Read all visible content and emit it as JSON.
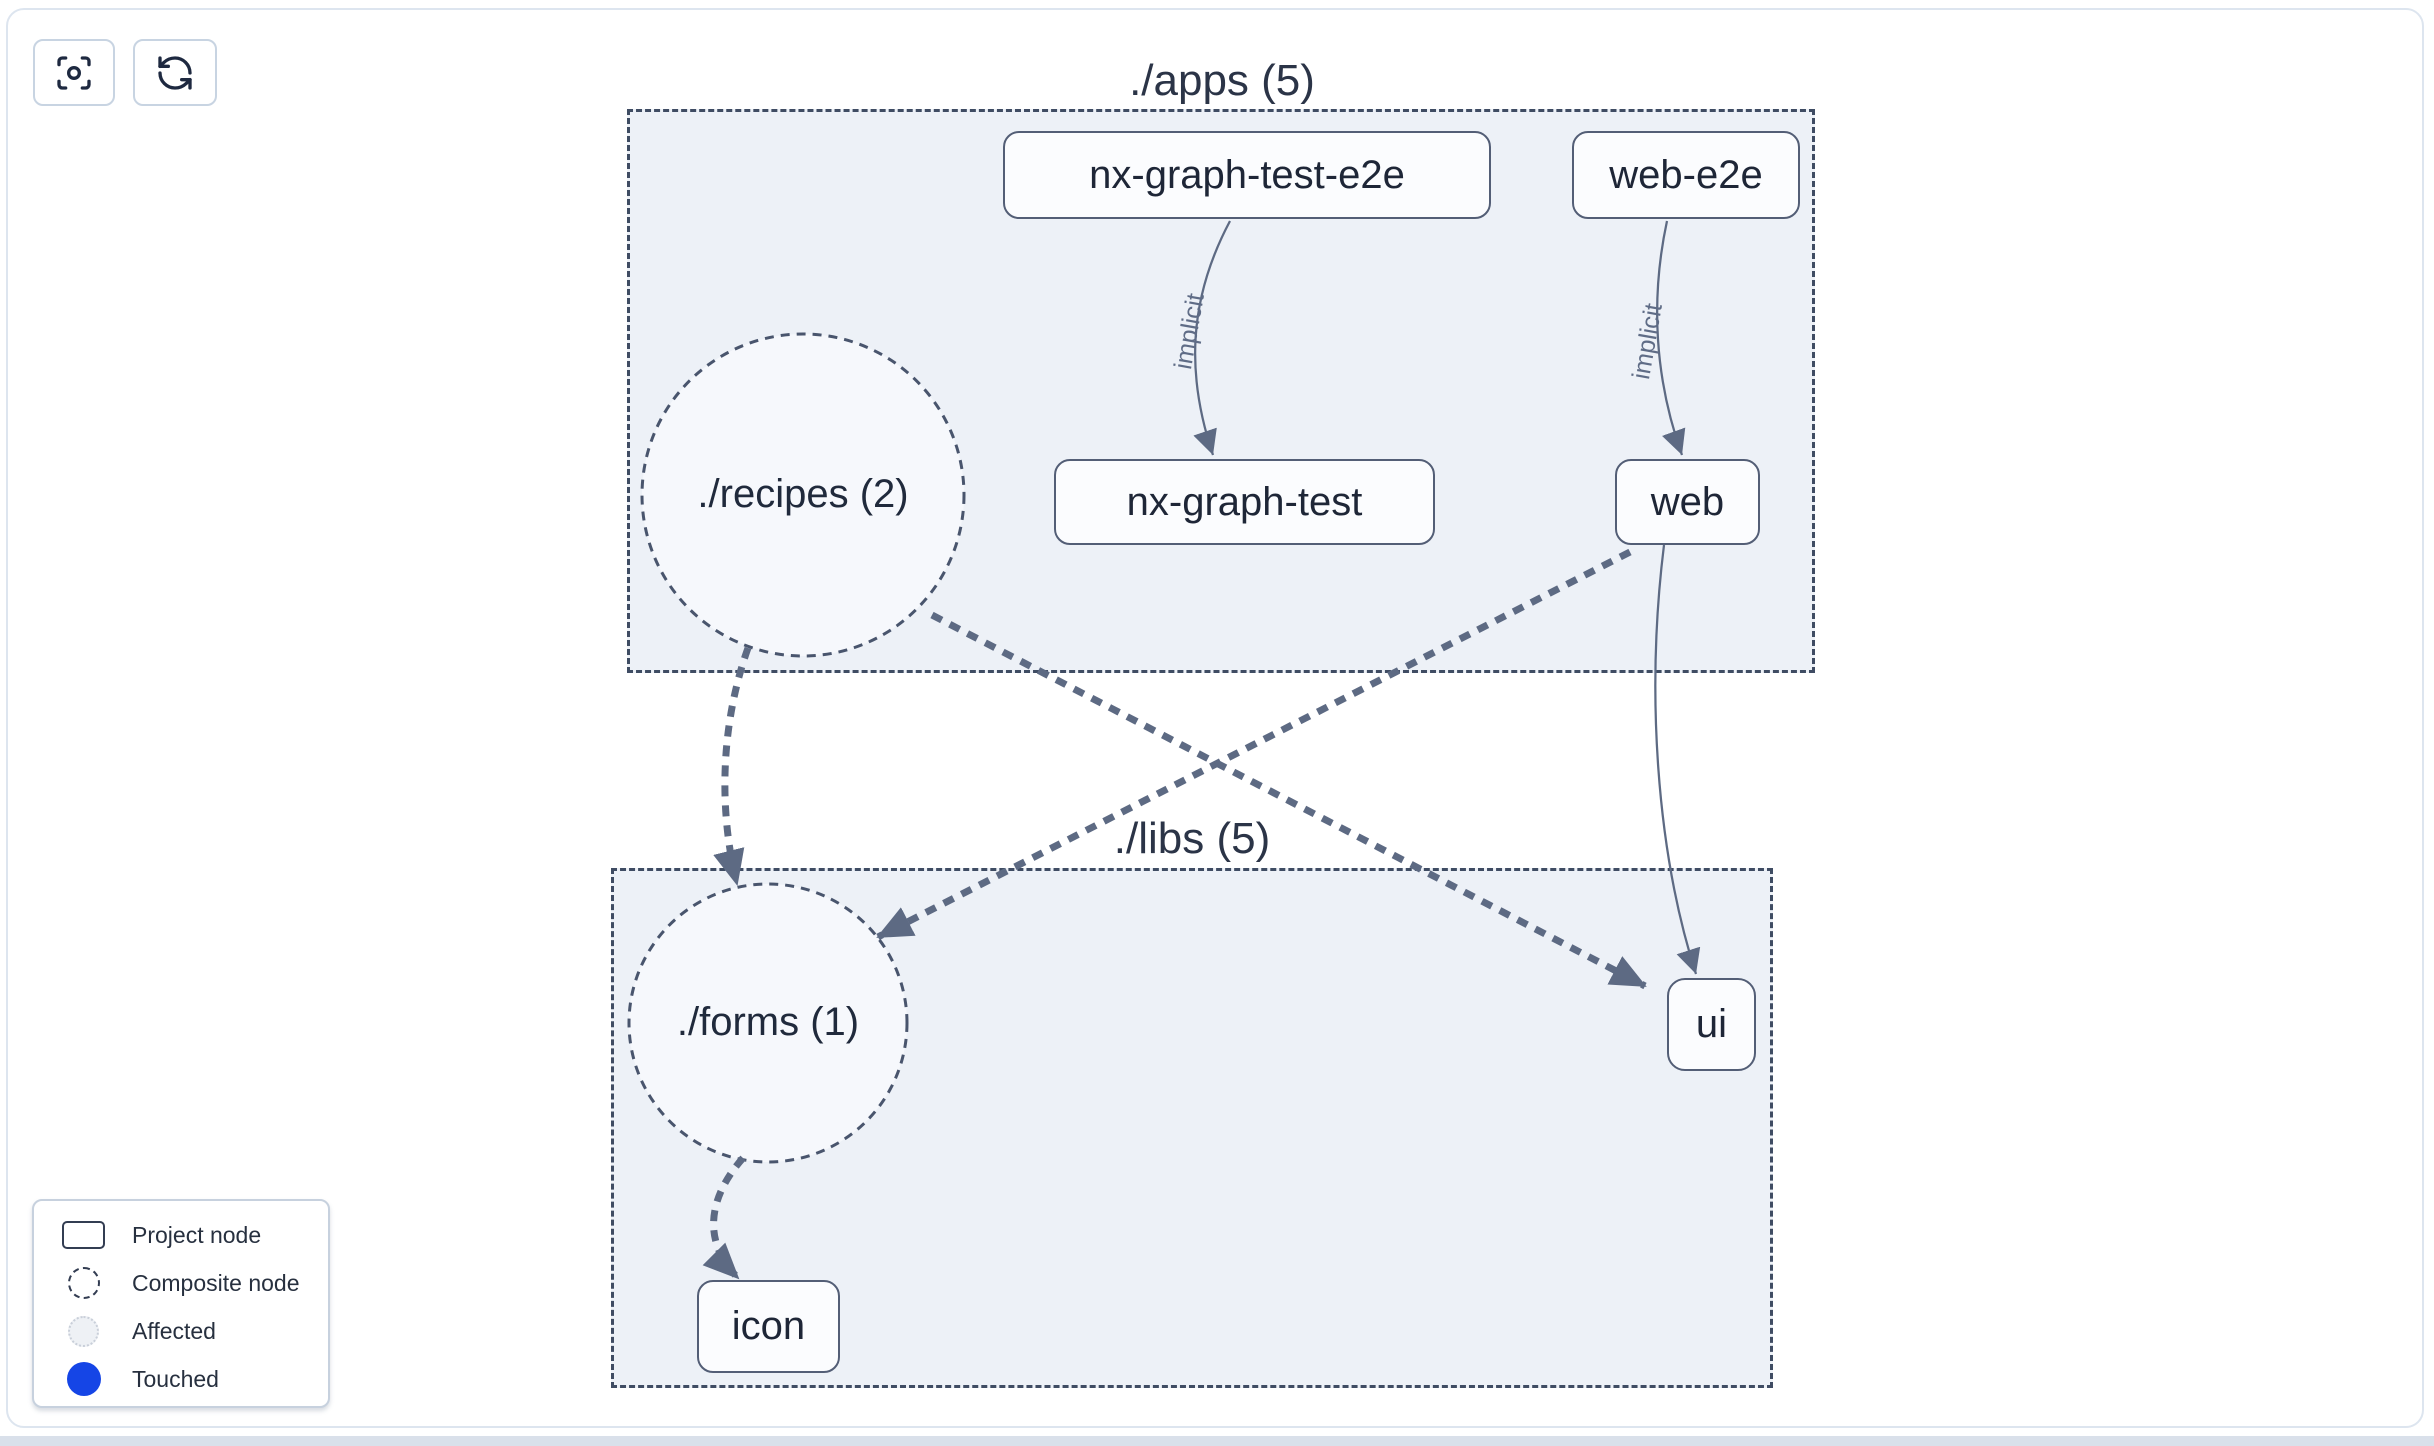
{
  "toolbar": {
    "buttons": [
      {
        "name": "center-graph",
        "icon": "focus-icon"
      },
      {
        "name": "refresh-graph",
        "icon": "refresh-icon"
      }
    ]
  },
  "graph": {
    "groups": [
      {
        "id": "apps",
        "label": "./apps (5)"
      },
      {
        "id": "libs",
        "label": "./libs (5)"
      }
    ],
    "composite_nodes": [
      {
        "id": "recipes",
        "label": "./recipes (2)",
        "group": "apps"
      },
      {
        "id": "forms",
        "label": "./forms (1)",
        "group": "libs"
      }
    ],
    "project_nodes": [
      {
        "id": "nx-graph-test-e2e",
        "label": "nx-graph-test-e2e",
        "group": "apps"
      },
      {
        "id": "web-e2e",
        "label": "web-e2e",
        "group": "apps"
      },
      {
        "id": "nx-graph-test",
        "label": "nx-graph-test",
        "group": "apps"
      },
      {
        "id": "web",
        "label": "web",
        "group": "apps"
      },
      {
        "id": "ui",
        "label": "ui",
        "group": "libs"
      },
      {
        "id": "icon",
        "label": "icon",
        "group": "libs"
      }
    ],
    "edges": [
      {
        "from": "nx-graph-test-e2e",
        "to": "nx-graph-test",
        "label": "implicit",
        "style": "solid"
      },
      {
        "from": "web-e2e",
        "to": "web",
        "label": "implicit",
        "style": "solid"
      },
      {
        "from": "recipes",
        "to": "forms",
        "label": "",
        "style": "dashed"
      },
      {
        "from": "recipes",
        "to": "ui",
        "label": "",
        "style": "dashed"
      },
      {
        "from": "web",
        "to": "forms",
        "label": "",
        "style": "dashed"
      },
      {
        "from": "web",
        "to": "ui",
        "label": "",
        "style": "solid"
      },
      {
        "from": "forms",
        "to": "icon",
        "label": "",
        "style": "dashed"
      }
    ]
  },
  "legend": {
    "items": [
      {
        "label": "Project node",
        "swatch": "project-rect"
      },
      {
        "label": "Composite node",
        "swatch": "dashed-circle"
      },
      {
        "label": "Affected",
        "swatch": "affected-circle"
      },
      {
        "label": "Touched",
        "swatch": "touched-circle"
      }
    ]
  },
  "colors": {
    "group_fill": "#edf1f7",
    "edge": "#5d6a83",
    "node_border": "#535e76",
    "node_text": "#1e2637",
    "touched_blue": "#1545e6",
    "affected_fill": "#eef1f5",
    "bottom_strip": "#d9e0ea"
  }
}
